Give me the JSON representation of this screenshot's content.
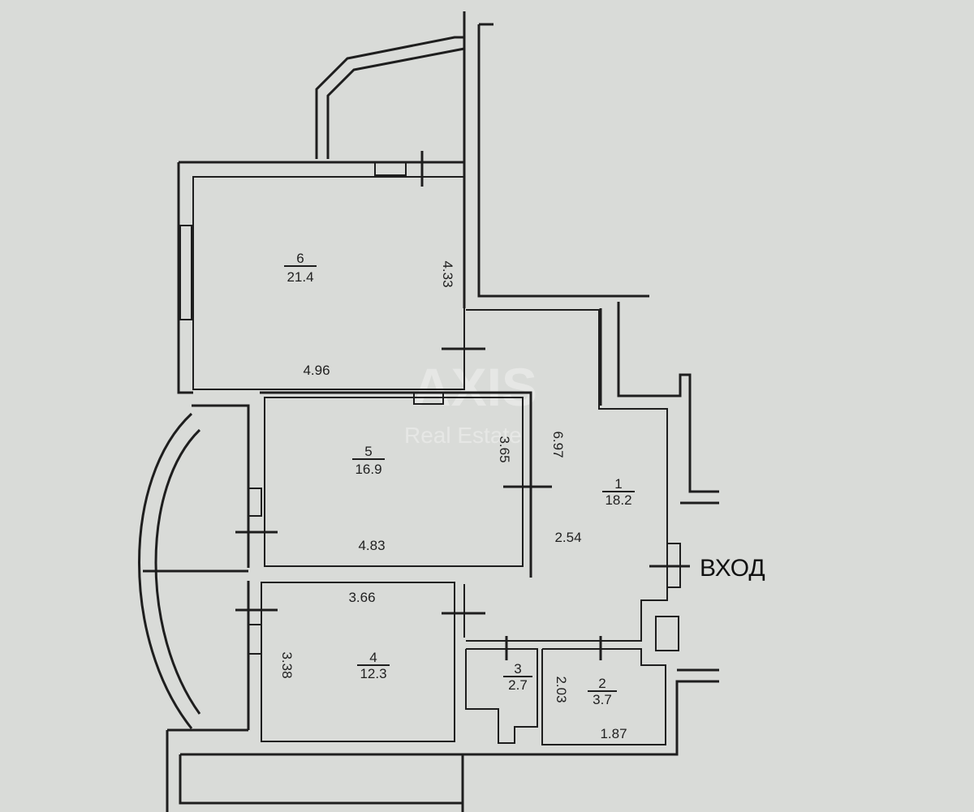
{
  "rooms": [
    {
      "number": "6",
      "area": "21.4",
      "width": "4.96",
      "height": "4.33"
    },
    {
      "number": "5",
      "area": "16.9",
      "width": "4.83",
      "height": "3.65"
    },
    {
      "number": "1",
      "area": "18.2",
      "width": "2.54",
      "height": "6.97"
    },
    {
      "number": "4",
      "area": "12.3",
      "width": "3.66",
      "height": "3.38"
    },
    {
      "number": "3",
      "area": "2.7"
    },
    {
      "number": "2",
      "area": "3.7",
      "width": "1.87",
      "height": "2.03"
    }
  ],
  "entrance_label": "ВХОД",
  "watermark": {
    "title": "AXIS",
    "subtitle": "Real Estate"
  }
}
